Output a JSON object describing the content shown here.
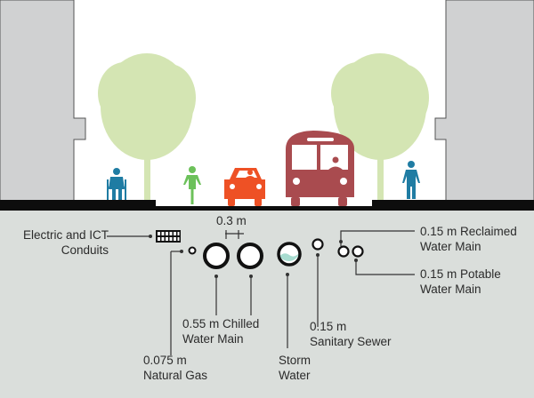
{
  "title": "Street cross-section with underground utilities",
  "colors": {
    "building": "#d0d1d2",
    "ground": "#dadedb",
    "pavement": "#0d0d0d",
    "tree": "#d4e5b3",
    "pedestrian": "#1f7ca3",
    "cyclist": "#6cc15a",
    "car": "#ee5125",
    "bus": "#a94b4f",
    "storm_water_fill": "#a8dcd0"
  },
  "surface": {
    "elements": [
      "building-left",
      "pedestrian-with-walker",
      "tree-left",
      "cyclist",
      "car",
      "bus",
      "tree-right",
      "pedestrian",
      "building-right"
    ]
  },
  "utilities": {
    "electric": {
      "line1": "Electric and ICT",
      "line2": "Conduits"
    },
    "spacing": {
      "label": "0.3 m"
    },
    "gas": {
      "line1": "0.075 m",
      "line2": "Natural Gas"
    },
    "chilled": {
      "line1": "0.55 m Chilled",
      "line2": "Water Main"
    },
    "storm": {
      "line1": "Storm",
      "line2": "Water"
    },
    "sanitary": {
      "line1": "0.15 m",
      "line2": "Sanitary Sewer"
    },
    "reclaimed": {
      "line1": "0.15 m Reclaimed",
      "line2": "Water Main"
    },
    "potable": {
      "line1": "0.15 m Potable",
      "line2": "Water Main"
    }
  }
}
